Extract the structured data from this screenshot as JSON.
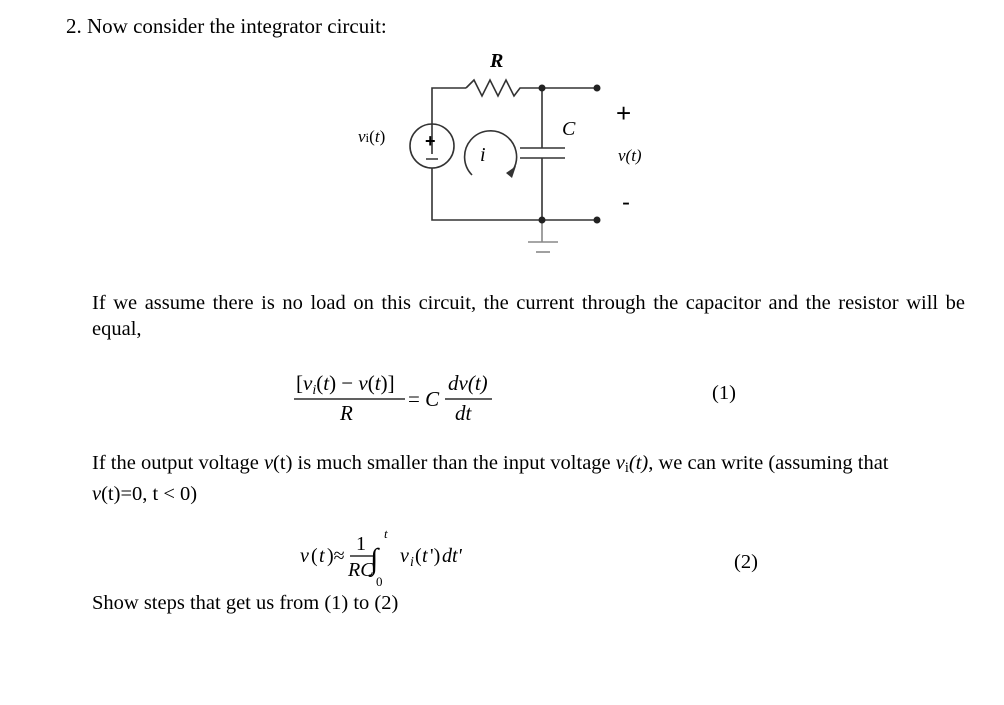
{
  "heading": "2. Now consider the integrator circuit:",
  "circuit": {
    "resistor_label": "R",
    "capacitor_label": "C",
    "source_label": "v",
    "source_sub": "i",
    "source_arg": "(t)",
    "current_label": "i",
    "output_label": "v(t)",
    "plus_sign": "+",
    "minus_sign": "-"
  },
  "paragraph1": "If we assume there is no load on this circuit, the current through the capacitor and the resistor will be equal,",
  "equation1": {
    "numerator": "[v_i(t) − v(t)]",
    "denominator": "R",
    "equals": "= C",
    "rhs_numerator": "dv(t)",
    "rhs_denominator": "dt",
    "number": "(1)"
  },
  "paragraph2": {
    "part1": "If the output voltage ",
    "v_t": "v",
    "part2": "(t) is much smaller than the input voltage ",
    "vi": "v",
    "vi_sub": "i",
    "vi_arg": "(t)",
    "part3": ", we can write (assuming that ",
    "cond_v": "v",
    "cond_rest": "(t)=0,  t < 0)"
  },
  "equation2": {
    "lhs": "v(t)≈",
    "frac_num": "1",
    "frac_den": "RC",
    "upper_limit": "t",
    "lower_limit": "0",
    "integrand": "v_i(t ')dt'",
    "number": "(2)"
  },
  "paragraph3": "Show steps that get us from (1) to (2)"
}
